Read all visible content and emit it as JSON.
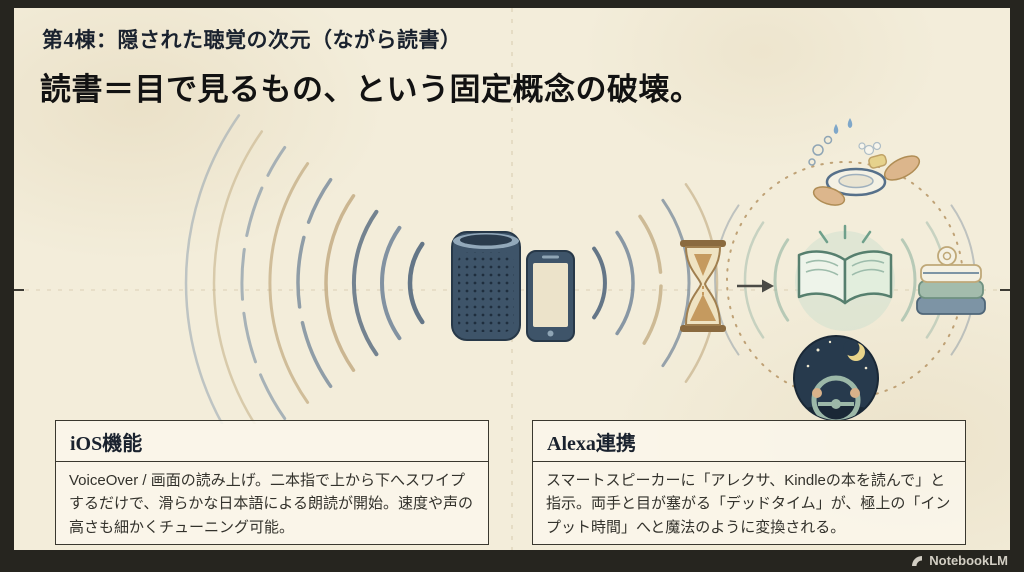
{
  "slide": {
    "kicker": "第4棟：隠された聴覚の次元（ながら読書）",
    "headline": "読書＝目で見るもの、という固定概念の破壊。"
  },
  "cards": [
    {
      "title": "iOS機能",
      "body": "VoiceOver / 画面の読み上げ。二本指で上から下へスワイプするだけで、滑らかな日本語による朗読が開始。速度や声の高さも細かくチューニング可能。"
    },
    {
      "title": "Alexa連携",
      "body": "スマートスピーカーに「アレクサ、Kindleの本を読んで」と指示。両手と目が塞がる「デッドタイム」が、極上の「インプット時間」へと魔法のように変換される。"
    }
  ],
  "illustration": {
    "icons": [
      "smart-speaker-icon",
      "smartphone-icon",
      "sound-waves",
      "hourglass-icon",
      "arrow-right-icon",
      "open-book-icon",
      "washing-dishes-icon",
      "folded-laundry-icon",
      "night-driving-icon",
      "dashed-cycle-ring"
    ]
  },
  "footer": {
    "brand": "NotebookLM"
  },
  "colors": {
    "frame": "#26251f",
    "parchment": "#f3edda",
    "ink": "#1a222e",
    "navy": "#3e5469",
    "slate": "#6d8196",
    "tan": "#c0a87e",
    "green": "#8fb3a0"
  }
}
